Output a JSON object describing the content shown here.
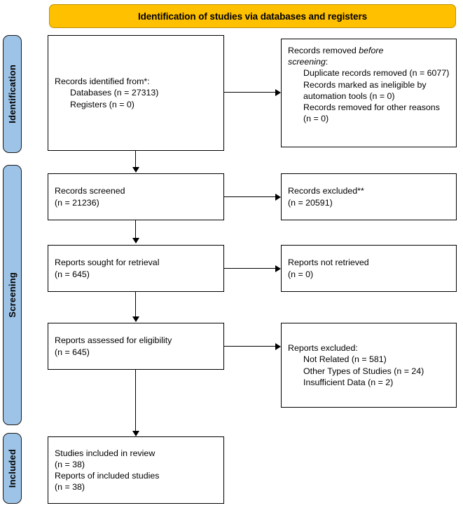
{
  "banner": {
    "title": "Identification of studies via databases and registers",
    "fill_color": "#FFC000",
    "border_color": "#BF9000"
  },
  "phases": [
    {
      "id": "identification",
      "label": "Identification",
      "fill_color": "#9DC3E6"
    },
    {
      "id": "screening",
      "label": "Screening",
      "fill_color": "#9DC3E6"
    },
    {
      "id": "included",
      "label": "Included",
      "fill_color": "#9DC3E6"
    }
  ],
  "boxes": {
    "records_identified": {
      "l1": "Records identified from*:",
      "l2": "Databases (n = 27313)",
      "l3": "Registers (n = 0)"
    },
    "records_removed": {
      "l1a": "Records removed ",
      "l1b": "before",
      "l2a": "screening",
      "l2b": ":",
      "l3": "Duplicate records removed (n = 6077)",
      "l4": "Records marked as ineligible by automation tools (n = 0)",
      "l5": "Records removed for other reasons (n = 0)"
    },
    "records_screened": {
      "l1": "Records screened",
      "l2": "(n = 21236)"
    },
    "records_excluded": {
      "l1": "Records excluded**",
      "l2": "(n = 20591)"
    },
    "reports_sought": {
      "l1": "Reports sought for retrieval",
      "l2": "(n = 645)"
    },
    "reports_not_retrieved": {
      "l1": "Reports not retrieved",
      "l2": "(n = 0)"
    },
    "reports_assessed": {
      "l1": "Reports assessed for eligibility",
      "l2": "(n = 645)"
    },
    "reports_excluded": {
      "l1": "Reports excluded:",
      "l2": "Not Related (n = 581)",
      "l3": "Other Types of Studies (n = 24)",
      "l4": "Insufficient Data (n = 2)"
    },
    "studies_included": {
      "l1": "Studies included in review",
      "l2": "(n = 38)",
      "l3": "Reports of included studies",
      "l4": "(n = 38)"
    }
  },
  "chart_data": {
    "type": "diagram",
    "title": "PRISMA 2020 flow diagram",
    "nodes": [
      {
        "id": "records_identified",
        "phase": "Identification",
        "column": "left",
        "counts": {
          "databases": 27313,
          "registers": 0
        }
      },
      {
        "id": "records_removed",
        "phase": "Identification",
        "column": "right",
        "counts": {
          "duplicates_removed": 6077,
          "ineligible_by_automation": 0,
          "removed_other_reasons": 0
        }
      },
      {
        "id": "records_screened",
        "phase": "Screening",
        "column": "left",
        "counts": {
          "n": 21236
        }
      },
      {
        "id": "records_excluded",
        "phase": "Screening",
        "column": "right",
        "counts": {
          "n": 20591
        }
      },
      {
        "id": "reports_sought",
        "phase": "Screening",
        "column": "left",
        "counts": {
          "n": 645
        }
      },
      {
        "id": "reports_not_retrieved",
        "phase": "Screening",
        "column": "right",
        "counts": {
          "n": 0
        }
      },
      {
        "id": "reports_assessed",
        "phase": "Screening",
        "column": "left",
        "counts": {
          "n": 645
        }
      },
      {
        "id": "reports_excluded",
        "phase": "Screening",
        "column": "right",
        "counts": {
          "not_related": 581,
          "other_types_of_studies": 24,
          "insufficient_data": 2
        }
      },
      {
        "id": "studies_included",
        "phase": "Included",
        "column": "left",
        "counts": {
          "studies": 38,
          "reports": 38
        }
      }
    ],
    "edges": [
      {
        "from": "records_identified",
        "to": "records_removed",
        "direction": "right"
      },
      {
        "from": "records_identified",
        "to": "records_screened",
        "direction": "down"
      },
      {
        "from": "records_screened",
        "to": "records_excluded",
        "direction": "right"
      },
      {
        "from": "records_screened",
        "to": "reports_sought",
        "direction": "down"
      },
      {
        "from": "reports_sought",
        "to": "reports_not_retrieved",
        "direction": "right"
      },
      {
        "from": "reports_sought",
        "to": "reports_assessed",
        "direction": "down"
      },
      {
        "from": "reports_assessed",
        "to": "reports_excluded",
        "direction": "right"
      },
      {
        "from": "reports_assessed",
        "to": "studies_included",
        "direction": "down"
      }
    ]
  }
}
